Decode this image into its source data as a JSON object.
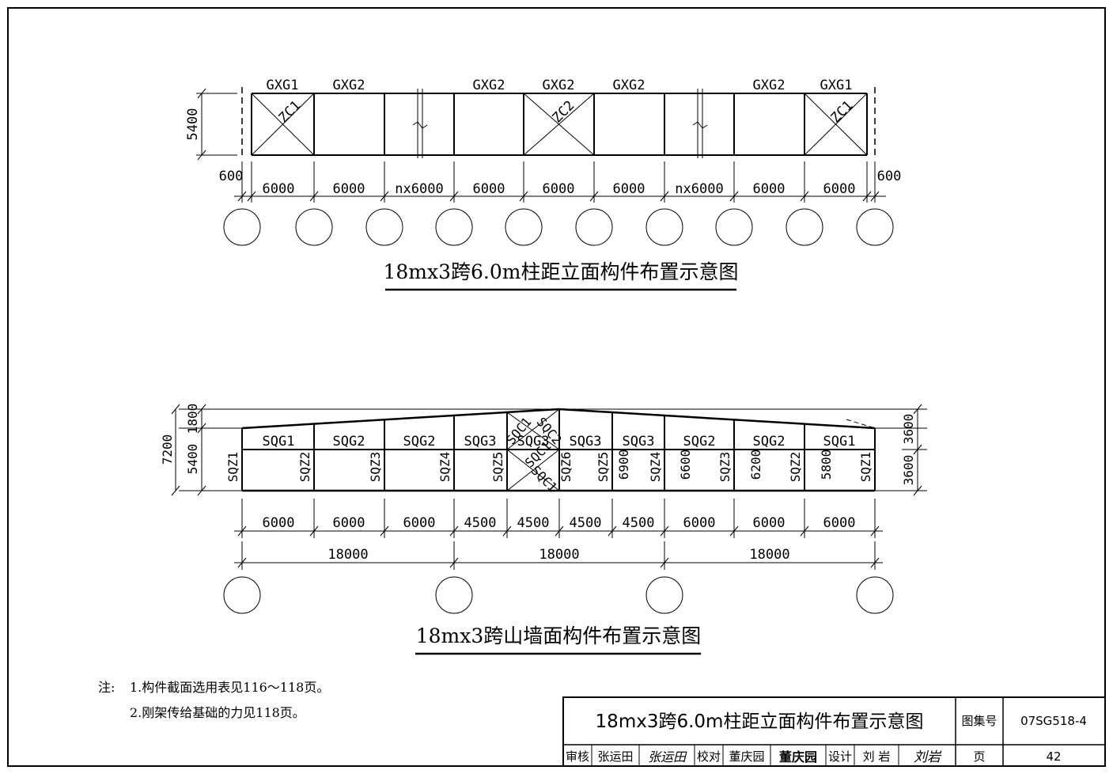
{
  "elevation": {
    "beams": [
      "GXG1",
      "GXG2",
      "GXG2",
      "GXG2",
      "GXG2",
      "GXG2",
      "GXG1"
    ],
    "braces": [
      "ZC1",
      "ZC2",
      "ZC1"
    ],
    "height_dim": "5400",
    "edge_dim_left": "600",
    "edge_dim_right": "600",
    "bay_dims": [
      "6000",
      "6000",
      "nx6000",
      "6000",
      "6000",
      "6000",
      "nx6000",
      "6000",
      "6000"
    ],
    "title": "18mx3跨6.0m柱距立面构件布置示意图"
  },
  "gable": {
    "beams": [
      "SQG1",
      "SQG2",
      "SQG2",
      "SQG3",
      "SQG3",
      "SQG3",
      "SQG3",
      "SQG2",
      "SQG2",
      "SQG1"
    ],
    "columns": [
      "SQZ1",
      "SQZ2",
      "SQZ3",
      "SQZ4",
      "SQZ5",
      "SQZ6",
      "SQZ5",
      "SQZ4",
      "SQZ3",
      "SQZ2",
      "SQZ1"
    ],
    "braces": [
      "SQC1",
      "SQC2",
      "SQC1",
      "SQC1"
    ],
    "col_heights": [
      "6900",
      "6600",
      "6200",
      "5800"
    ],
    "left_dims": [
      "7200",
      "1800",
      "5400"
    ],
    "right_dims": [
      "3600",
      "3600"
    ],
    "bay_dims": [
      "6000",
      "6000",
      "6000",
      "4500",
      "4500",
      "4500",
      "4500",
      "6000",
      "6000",
      "6000"
    ],
    "span_dims": [
      "18000",
      "18000",
      "18000"
    ],
    "title": "18mx3跨山墙面构件布置示意图"
  },
  "notes": {
    "prefix": "注:",
    "lines": [
      "1.构件截面选用表见116～118页。",
      "2.刚架传给基础的力见118页。"
    ]
  },
  "title_block": {
    "title": "18mx3跨6.0m柱距立面构件布置示意图",
    "atlas_label": "图集号",
    "atlas_no": "07SG518-4",
    "review_label": "审核",
    "reviewer": "张运田",
    "reviewer_sig": "张运田",
    "check_label": "校对",
    "checker": "董庆园",
    "checker_sig": "董庆园",
    "design_label": "设计",
    "designer": "刘 岩",
    "designer_sig": "刘岩",
    "page_label": "页",
    "page_no": "42"
  }
}
